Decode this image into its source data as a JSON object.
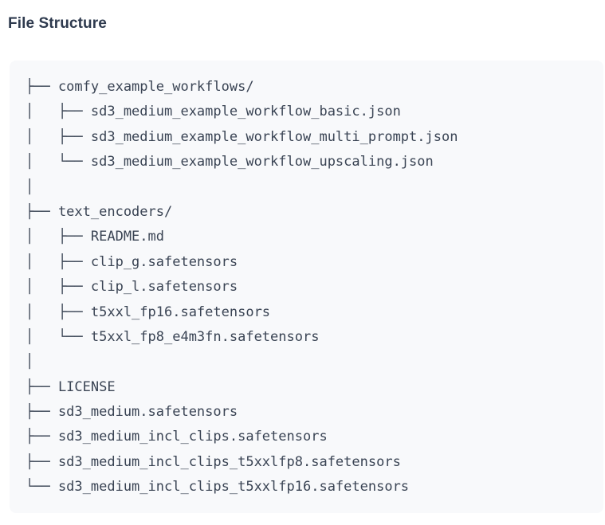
{
  "section": {
    "title": "File Structure"
  },
  "file_tree": {
    "lines": [
      "├── comfy_example_workflows/",
      "│   ├── sd3_medium_example_workflow_basic.json",
      "│   ├── sd3_medium_example_workflow_multi_prompt.json",
      "│   └── sd3_medium_example_workflow_upscaling.json",
      "│",
      "├── text_encoders/",
      "│   ├── README.md",
      "│   ├── clip_g.safetensors",
      "│   ├── clip_l.safetensors",
      "│   ├── t5xxl_fp16.safetensors",
      "│   └── t5xxl_fp8_e4m3fn.safetensors",
      "│",
      "├── LICENSE",
      "├── sd3_medium.safetensors",
      "├── sd3_medium_incl_clips.safetensors",
      "├── sd3_medium_incl_clips_t5xxlfp8.safetensors",
      "└── sd3_medium_incl_clips_t5xxlfp16.safetensors"
    ],
    "directories": [
      "comfy_example_workflows",
      "text_encoders"
    ],
    "files": [
      "comfy_example_workflows/sd3_medium_example_workflow_basic.json",
      "comfy_example_workflows/sd3_medium_example_workflow_multi_prompt.json",
      "comfy_example_workflows/sd3_medium_example_workflow_upscaling.json",
      "text_encoders/README.md",
      "text_encoders/clip_g.safetensors",
      "text_encoders/clip_l.safetensors",
      "text_encoders/t5xxl_fp16.safetensors",
      "text_encoders/t5xxl_fp8_e4m3fn.safetensors",
      "LICENSE",
      "sd3_medium.safetensors",
      "sd3_medium_incl_clips.safetensors",
      "sd3_medium_incl_clips_t5xxlfp8.safetensors",
      "sd3_medium_incl_clips_t5xxlfp16.safetensors"
    ]
  },
  "colors": {
    "page_background": "#ffffff",
    "code_block_background": "#f8f9fb",
    "title_text": "#2e3a4e",
    "tree_text": "#3a4454"
  }
}
